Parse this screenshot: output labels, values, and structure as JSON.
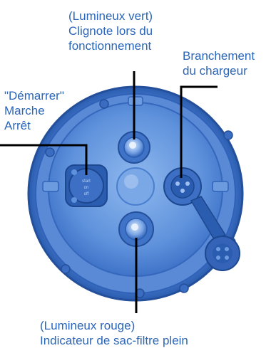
{
  "labels": {
    "green_led": {
      "line1": "(Lumineux vert)",
      "line2": "Clignote lors du",
      "line3": "fonctionnement"
    },
    "charger": {
      "line1": "Branchement",
      "line2": "du chargeur"
    },
    "start_switch": {
      "line1": "\"Démarrer\"",
      "line2": "Marche",
      "line3": "Arrêt"
    },
    "red_led": {
      "line1": "(Lumineux rouge)",
      "line2": "Indicateur de sac-filtre plein"
    }
  },
  "switch_text": {
    "start": "start",
    "on": "on",
    "off": "off"
  },
  "colors": {
    "label_text": "#2b66b8",
    "device_outer": "#4a7fd0",
    "device_inner": "#6a9be0",
    "device_dark": "#2355a8",
    "callout_line": "#000000"
  }
}
